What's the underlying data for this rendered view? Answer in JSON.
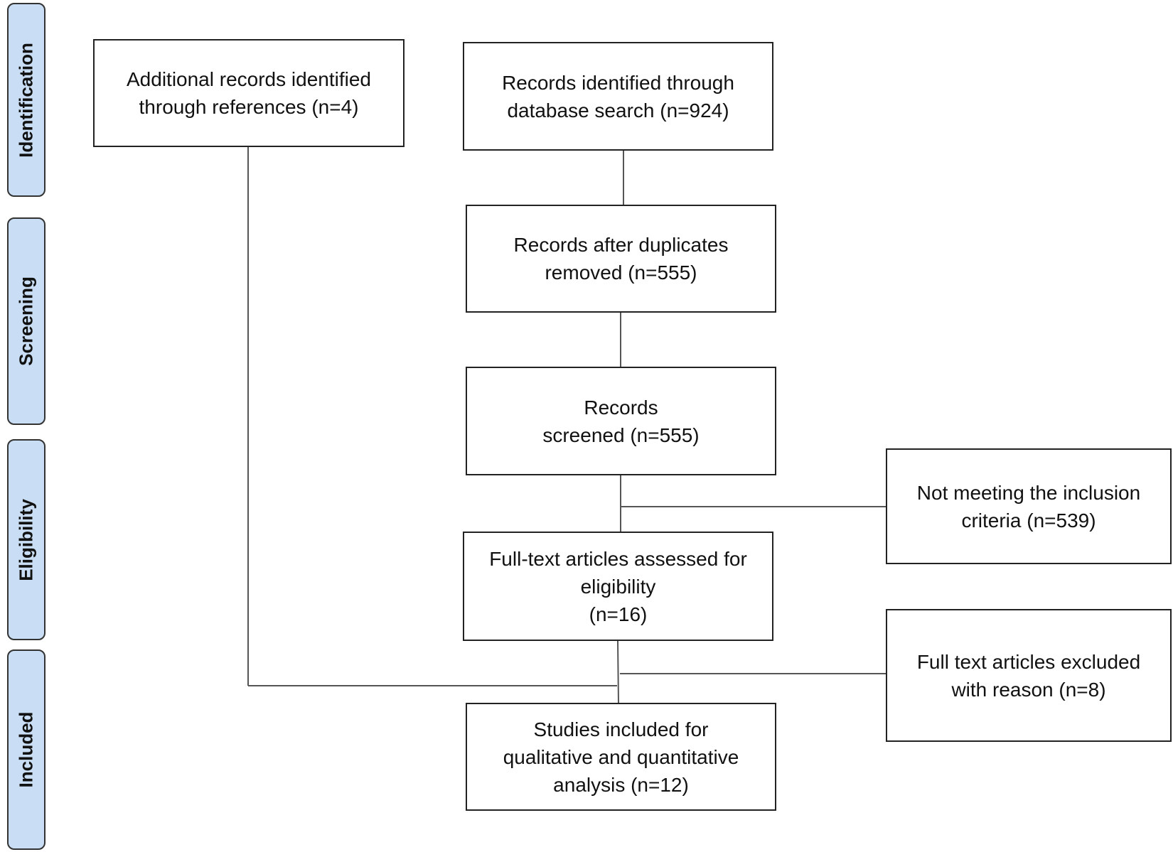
{
  "stages": {
    "identification": "Identification",
    "screening": "Screening",
    "eligibility": "Eligibility",
    "included": "Included"
  },
  "boxes": {
    "additional_records": [
      "Additional records identified",
      "through references (n=4)"
    ],
    "database_records": [
      "Records identified through",
      "database search (n=924)"
    ],
    "after_duplicates": [
      "Records after duplicates",
      "removed (n=555)"
    ],
    "screened": [
      "Records",
      "screened (n=555)"
    ],
    "not_meeting": [
      "Not meeting the inclusion",
      "criteria (n=539)"
    ],
    "full_text_assessed": [
      "Full-text articles assessed for",
      "eligibility",
      "(n=16)"
    ],
    "full_text_excluded": [
      "Full text articles excluded",
      "with reason (n=8)"
    ],
    "studies_included": [
      "Studies included for",
      "qualitative and quantitative",
      "analysis (n=12)"
    ]
  }
}
